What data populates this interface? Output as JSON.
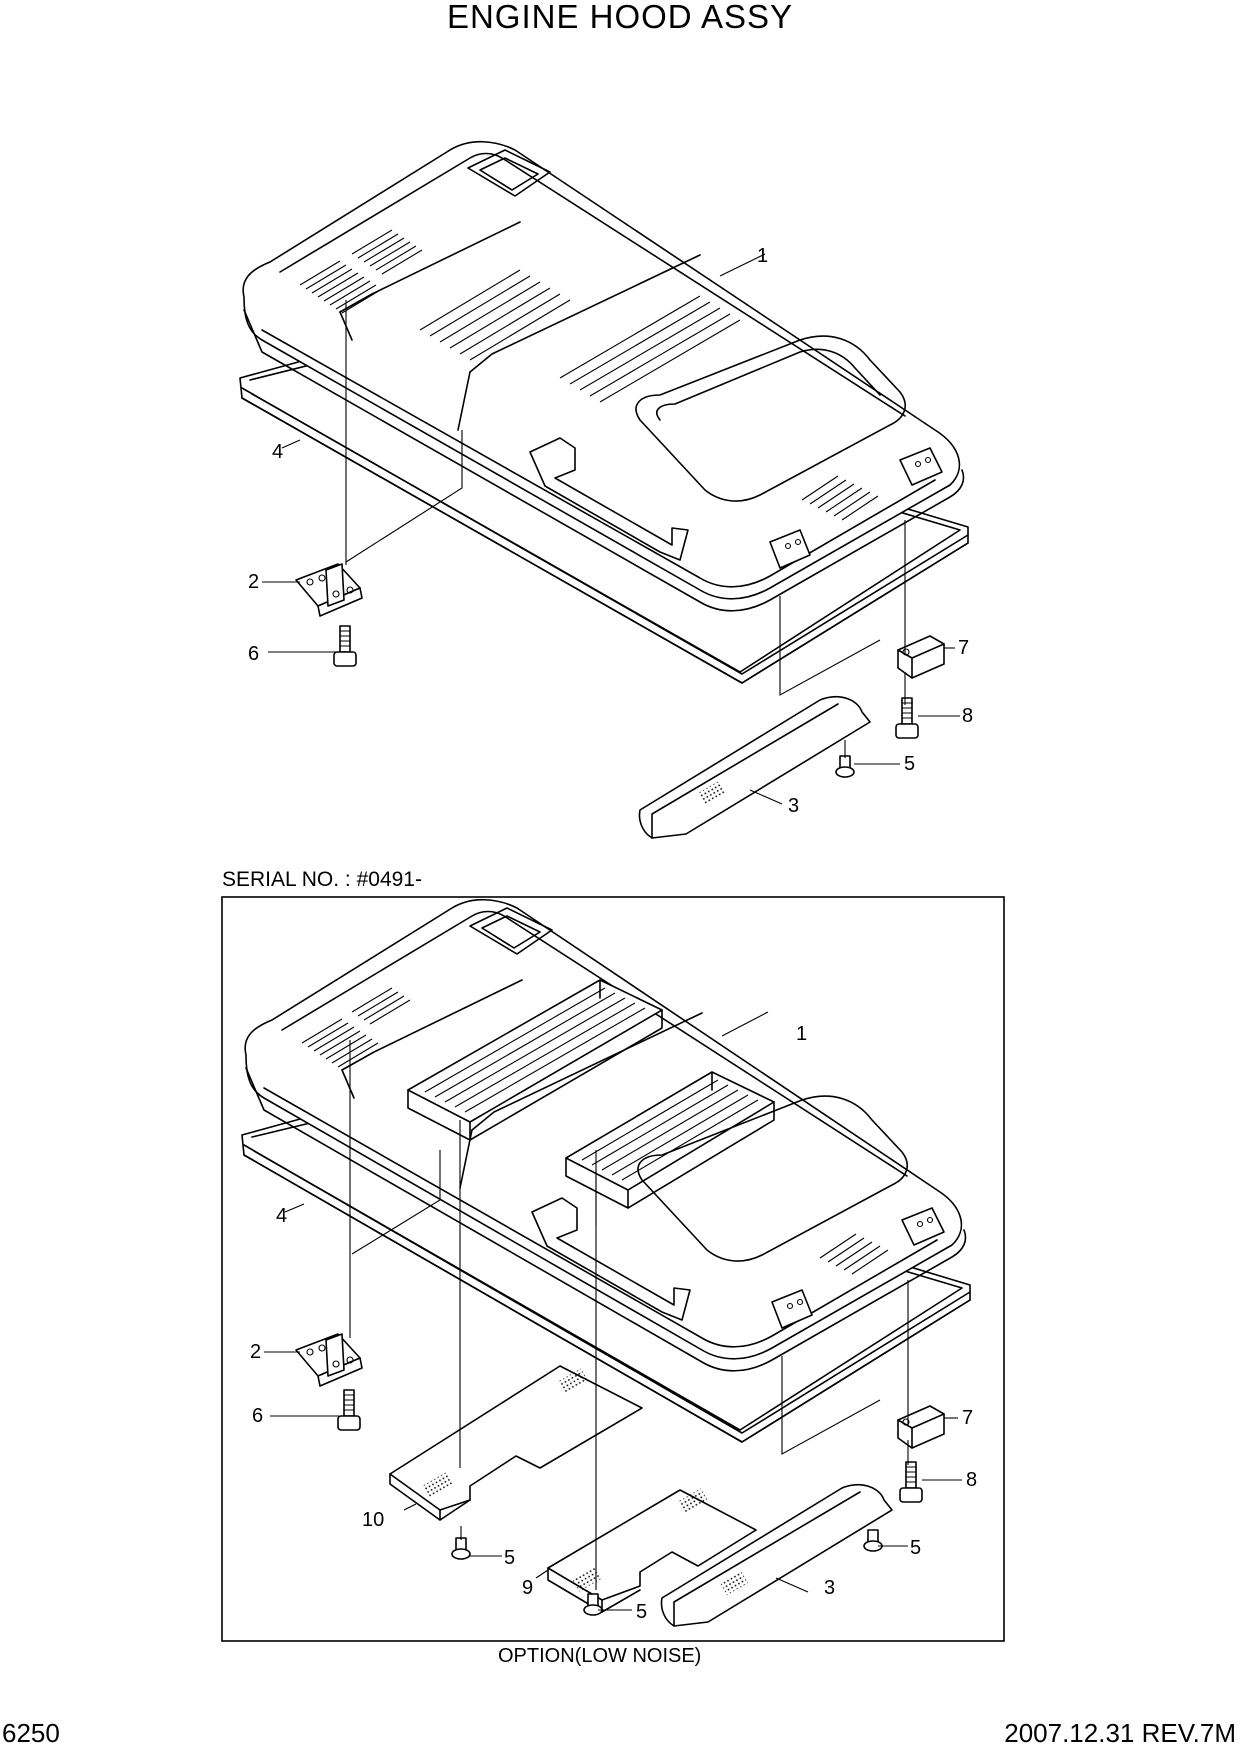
{
  "page": {
    "title": "ENGINE HOOD ASSY",
    "serial_note": "SERIAL NO. : #0491-",
    "option_caption": "OPTION(LOW NOISE)",
    "page_number": "6250",
    "revision": "2007.12.31  REV.7M"
  },
  "upper_assembly": {
    "callouts": [
      {
        "label": "1",
        "part": "hood"
      },
      {
        "label": "2",
        "part": "hinge"
      },
      {
        "label": "3",
        "part": "cover"
      },
      {
        "label": "4",
        "part": "frame"
      },
      {
        "label": "5",
        "part": "bolt"
      },
      {
        "label": "6",
        "part": "bolt"
      },
      {
        "label": "7",
        "part": "bracket"
      },
      {
        "label": "8",
        "part": "bolt"
      }
    ]
  },
  "lower_assembly": {
    "callouts": [
      {
        "label": "1",
        "part": "hood"
      },
      {
        "label": "2",
        "part": "hinge"
      },
      {
        "label": "3",
        "part": "cover"
      },
      {
        "label": "4",
        "part": "frame"
      },
      {
        "label": "5",
        "part": "bolt"
      },
      {
        "label": "5",
        "part": "bolt"
      },
      {
        "label": "5",
        "part": "bolt"
      },
      {
        "label": "6",
        "part": "bolt"
      },
      {
        "label": "7",
        "part": "bracket"
      },
      {
        "label": "8",
        "part": "bolt"
      },
      {
        "label": "9",
        "part": "insulation-plate"
      },
      {
        "label": "10",
        "part": "insulation-plate"
      }
    ]
  }
}
